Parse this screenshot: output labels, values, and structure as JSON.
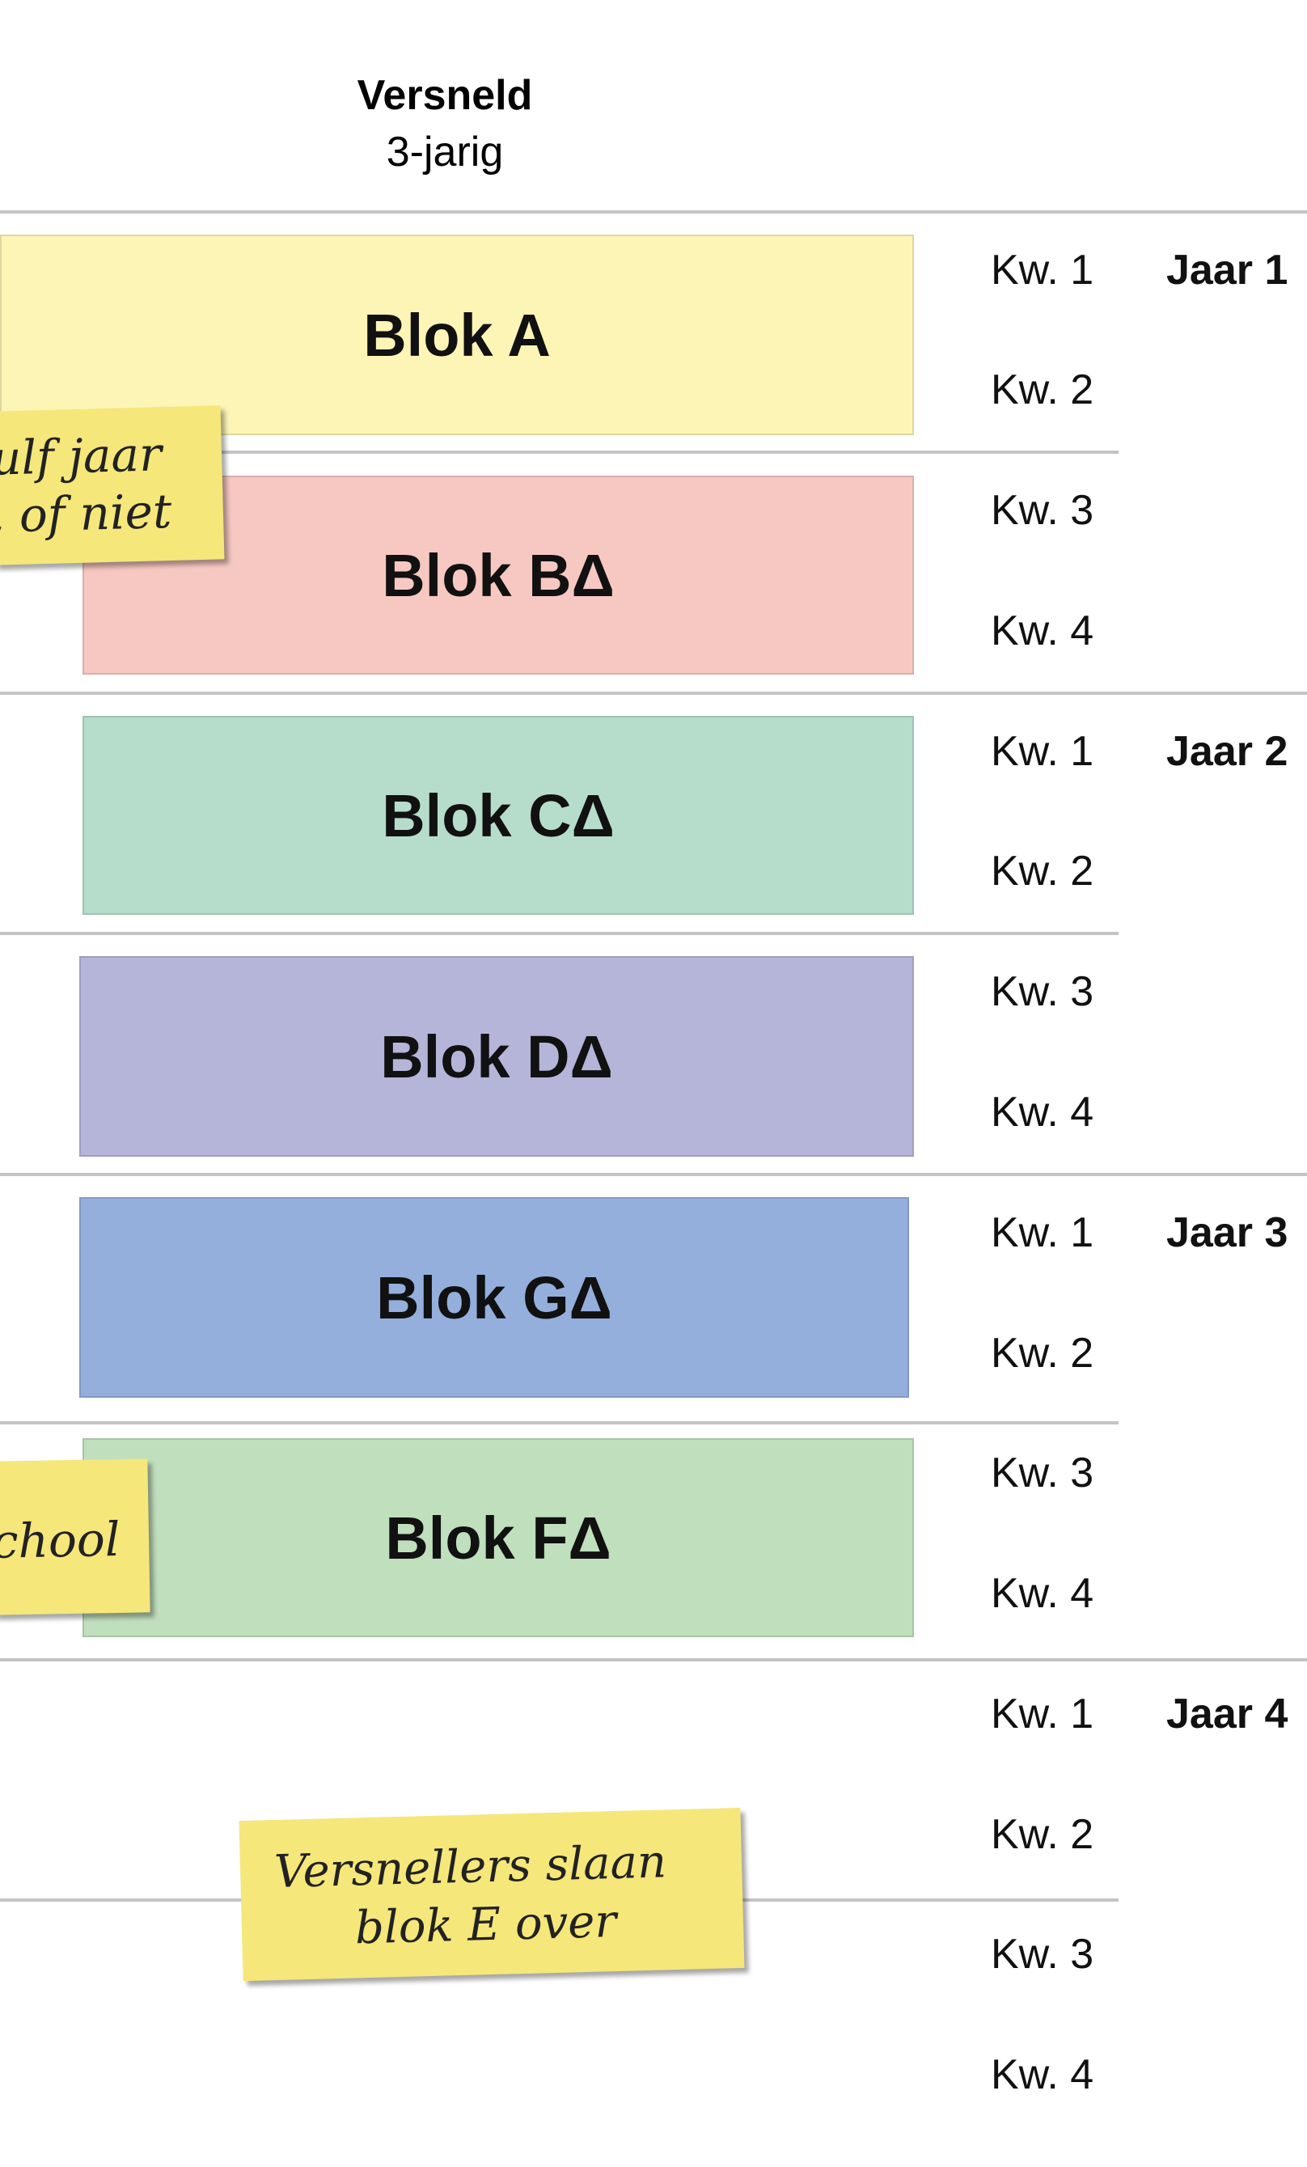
{
  "header": {
    "title": "Versneld",
    "subtitle": "3-jarig"
  },
  "blocks": [
    {
      "label": "Blok A",
      "color": "#fcf5b6"
    },
    {
      "label": "Blok BΔ",
      "color": "#f7c8c2"
    },
    {
      "label": "Blok CΔ",
      "color": "#b6ddcb"
    },
    {
      "label": "Blok DΔ",
      "color": "#b5b5da"
    },
    {
      "label": "Blok GΔ",
      "color": "#94afdc"
    },
    {
      "label": "Blok FΔ",
      "color": "#c0dfbd"
    }
  ],
  "quarters": [
    "Kw. 1",
    "Kw. 2",
    "Kw. 3",
    "Kw. 4",
    "Kw. 1",
    "Kw. 2",
    "Kw. 3",
    "Kw. 4",
    "Kw. 1",
    "Kw. 2",
    "Kw. 3",
    "Kw. 4",
    "Kw. 1",
    "Kw. 2",
    "Kw. 3",
    "Kw. 4"
  ],
  "years": [
    "Jaar 1",
    "Jaar 2",
    "Jaar 3",
    "Jaar 4"
  ],
  "notes": {
    "note1_line1": "ulf jaar",
    "note1_line2": ", of niet",
    "note2_line1": "chool",
    "note3_line1": "Versnellers slaan",
    "note3_line2": "blok E over"
  },
  "colors": {
    "divider": "#c4c4c4",
    "sticky_note": "#f5e77a"
  }
}
